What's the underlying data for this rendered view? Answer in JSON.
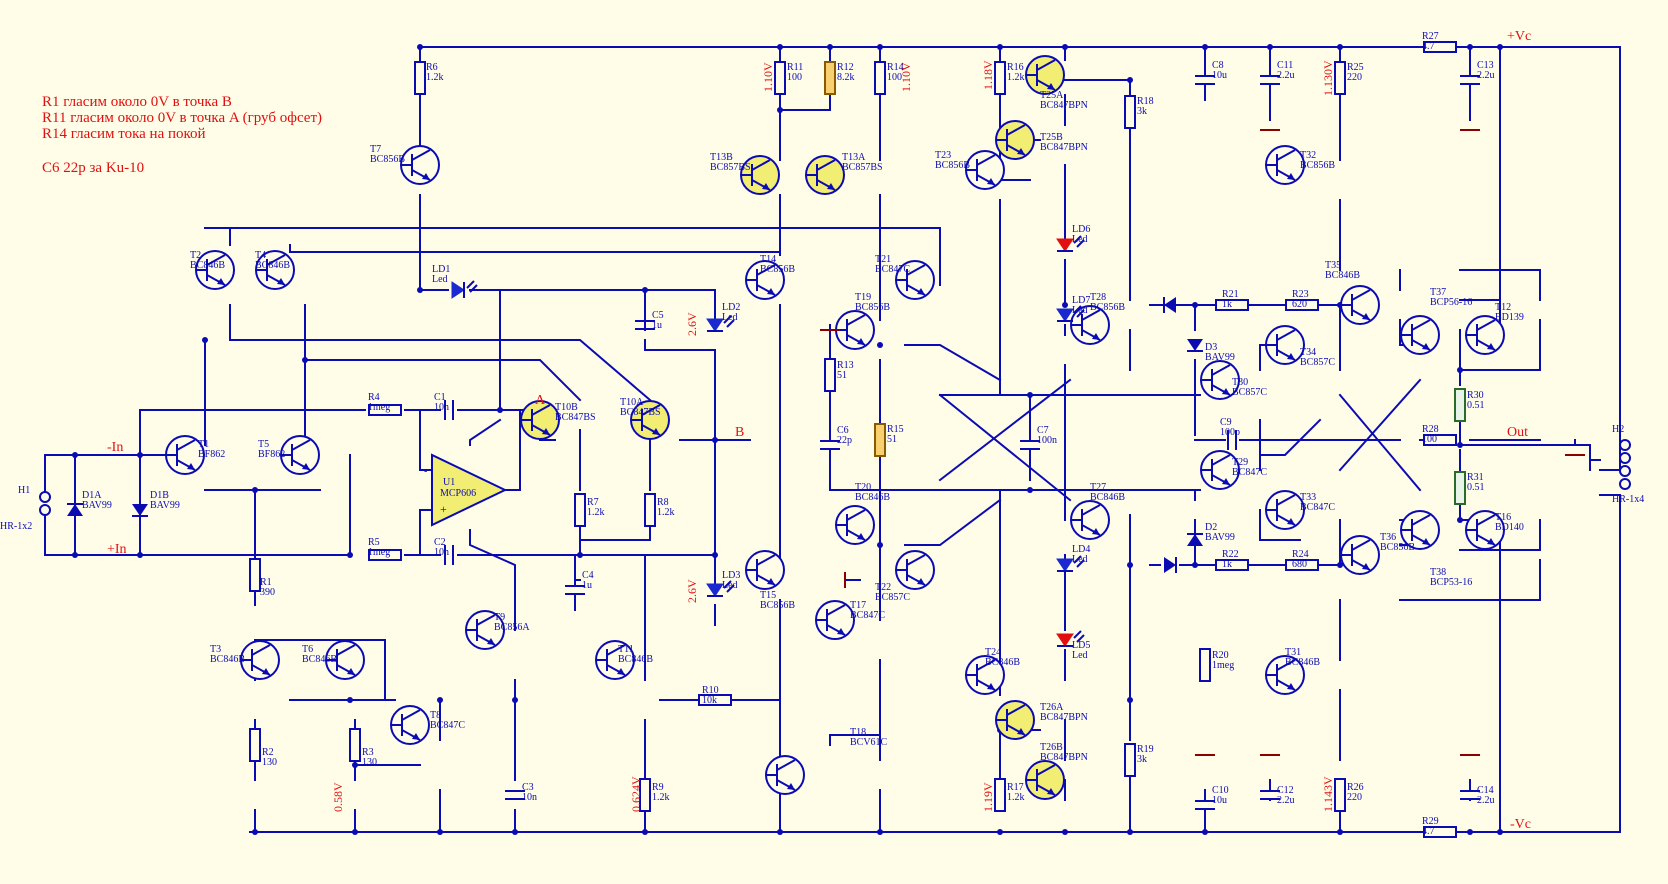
{
  "notes": [
    "R1 гласим около 0V в точка B",
    "R11 гласим около 0V в точка A (груб офсет)",
    "R14 гласим тока на покой",
    "C6 22p за Ku-10"
  ],
  "nets": {
    "plus_vc": "+Vc",
    "minus_vc": "-Vc",
    "out": "Out",
    "in_minus": "-In",
    "in_plus": "+In",
    "a": "A",
    "b": "B"
  },
  "connectors": [
    {
      "ref": "H1",
      "value": "HR-1x2"
    },
    {
      "ref": "H2",
      "value": "HR-1x4"
    }
  ],
  "voltages": [
    "1.10V",
    "1.10V",
    "1.18V",
    "1.130V",
    "2.6V",
    "2.6V",
    "0.58V",
    "0.624V",
    "1.19V",
    "1.143V"
  ],
  "transistors": [
    {
      "ref": "T1",
      "value": "BF862"
    },
    {
      "ref": "T2",
      "value": "BC846B"
    },
    {
      "ref": "T3",
      "value": "BC846B"
    },
    {
      "ref": "T4",
      "value": "BC846B"
    },
    {
      "ref": "T5",
      "value": "BF862"
    },
    {
      "ref": "T6",
      "value": "BC846B"
    },
    {
      "ref": "T7",
      "value": "BC856B"
    },
    {
      "ref": "T8",
      "value": "BC847C"
    },
    {
      "ref": "T9",
      "value": "BC856A"
    },
    {
      "ref": "T10B",
      "value": "BC847BS"
    },
    {
      "ref": "T10A",
      "value": "BC847BS"
    },
    {
      "ref": "T11",
      "value": "BC846B"
    },
    {
      "ref": "T13B",
      "value": "BC857BS"
    },
    {
      "ref": "T13A",
      "value": "BC857BS"
    },
    {
      "ref": "T14",
      "value": "BC856B"
    },
    {
      "ref": "T15",
      "value": "BC856B"
    },
    {
      "ref": "T17",
      "value": "BC847C"
    },
    {
      "ref": "T18",
      "value": "BCV61C"
    },
    {
      "ref": "T19",
      "value": "BC856B"
    },
    {
      "ref": "T20",
      "value": "BC846B"
    },
    {
      "ref": "T21",
      "value": "BC847C"
    },
    {
      "ref": "T22",
      "value": "BC857C"
    },
    {
      "ref": "T23",
      "value": "BC856B"
    },
    {
      "ref": "T24",
      "value": "BC846B"
    },
    {
      "ref": "T25A",
      "value": "BC847BPN"
    },
    {
      "ref": "T25B",
      "value": "BC847BPN"
    },
    {
      "ref": "T26A",
      "value": "BC847BPN"
    },
    {
      "ref": "T26B",
      "value": "BC847BPN"
    },
    {
      "ref": "T27",
      "value": "BC846B"
    },
    {
      "ref": "T28",
      "value": "BC856B"
    },
    {
      "ref": "T29",
      "value": "BC847C"
    },
    {
      "ref": "T30",
      "value": "BC857C"
    },
    {
      "ref": "T31",
      "value": "BC846B"
    },
    {
      "ref": "T32",
      "value": "BC856B"
    },
    {
      "ref": "T33",
      "value": "BC847C"
    },
    {
      "ref": "T34",
      "value": "BC857C"
    },
    {
      "ref": "T35",
      "value": "BC846B"
    },
    {
      "ref": "T36",
      "value": "BC856B"
    },
    {
      "ref": "T37",
      "value": "BCP56-16"
    },
    {
      "ref": "T38",
      "value": "BCP53-16"
    },
    {
      "ref": "T12",
      "value": "BD139"
    },
    {
      "ref": "T16",
      "value": "BD140"
    }
  ],
  "resistors": [
    {
      "ref": "R1",
      "value": "390"
    },
    {
      "ref": "R2",
      "value": "130"
    },
    {
      "ref": "R3",
      "value": "130"
    },
    {
      "ref": "R4",
      "value": "1meg"
    },
    {
      "ref": "R5",
      "value": "1meg"
    },
    {
      "ref": "R6",
      "value": "1.2k"
    },
    {
      "ref": "R7",
      "value": "1.2k"
    },
    {
      "ref": "R8",
      "value": "1.2k"
    },
    {
      "ref": "R9",
      "value": "1.2k"
    },
    {
      "ref": "R10",
      "value": "10k"
    },
    {
      "ref": "R11",
      "value": "100"
    },
    {
      "ref": "R12",
      "value": "8.2k"
    },
    {
      "ref": "R13",
      "value": "51"
    },
    {
      "ref": "R14",
      "value": "100"
    },
    {
      "ref": "R15",
      "value": "51"
    },
    {
      "ref": "R16",
      "value": "1.2k"
    },
    {
      "ref": "R17",
      "value": "1.2k"
    },
    {
      "ref": "R18",
      "value": "3k"
    },
    {
      "ref": "R19",
      "value": "3k"
    },
    {
      "ref": "R20",
      "value": "1meg"
    },
    {
      "ref": "R21",
      "value": "1k"
    },
    {
      "ref": "R22",
      "value": "1k"
    },
    {
      "ref": "R23",
      "value": "620"
    },
    {
      "ref": "R24",
      "value": "680"
    },
    {
      "ref": "R25",
      "value": "220"
    },
    {
      "ref": "R26",
      "value": "220"
    },
    {
      "ref": "R27",
      "value": "4.7"
    },
    {
      "ref": "R28",
      "value": "100"
    },
    {
      "ref": "R29",
      "value": "4.7"
    },
    {
      "ref": "R30",
      "value": "0.51"
    },
    {
      "ref": "R31",
      "value": "0.51"
    }
  ],
  "capacitors": [
    {
      "ref": "C1",
      "value": "10n"
    },
    {
      "ref": "C2",
      "value": "10n"
    },
    {
      "ref": "C3",
      "value": "10n"
    },
    {
      "ref": "C4",
      "value": "1u"
    },
    {
      "ref": "C5",
      "value": "1u"
    },
    {
      "ref": "C6",
      "value": "22p"
    },
    {
      "ref": "C7",
      "value": "100n"
    },
    {
      "ref": "C8",
      "value": "10u"
    },
    {
      "ref": "C9",
      "value": "100p"
    },
    {
      "ref": "C10",
      "value": "10u"
    },
    {
      "ref": "C11",
      "value": "2.2u"
    },
    {
      "ref": "C12",
      "value": "2.2u"
    },
    {
      "ref": "C13",
      "value": "2.2u"
    },
    {
      "ref": "C14",
      "value": "2.2u"
    }
  ],
  "diodes": [
    {
      "ref": "D1A",
      "value": "BAV99"
    },
    {
      "ref": "D1B",
      "value": "BAV99"
    },
    {
      "ref": "D2",
      "value": "BAV99"
    },
    {
      "ref": "D3",
      "value": "BAV99"
    }
  ],
  "leds": [
    {
      "ref": "LD1",
      "value": "Led"
    },
    {
      "ref": "LD2",
      "value": "Led"
    },
    {
      "ref": "LD3",
      "value": "Led"
    },
    {
      "ref": "LD4",
      "value": "Led"
    },
    {
      "ref": "LD5",
      "value": "Led"
    },
    {
      "ref": "LD6",
      "value": "Led"
    },
    {
      "ref": "LD7",
      "value": "Led"
    }
  ],
  "opamp": {
    "ref": "U1",
    "value": "MCP606",
    "plus": "+",
    "minus": "-"
  }
}
